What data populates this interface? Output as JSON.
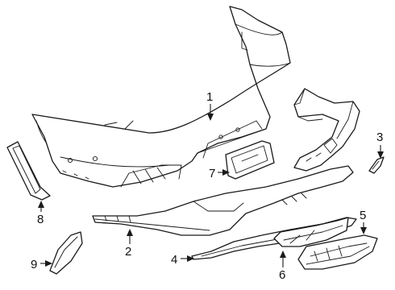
{
  "callouts": [
    {
      "id": "1",
      "label": "1"
    },
    {
      "id": "2",
      "label": "2"
    },
    {
      "id": "3",
      "label": "3"
    },
    {
      "id": "4",
      "label": "4"
    },
    {
      "id": "5",
      "label": "5"
    },
    {
      "id": "6",
      "label": "6"
    },
    {
      "id": "7",
      "label": "7"
    },
    {
      "id": "8",
      "label": "8"
    },
    {
      "id": "9",
      "label": "9"
    }
  ],
  "colors": {
    "line": "#1a1a1a",
    "background": "#ffffff",
    "text": "#111111"
  }
}
